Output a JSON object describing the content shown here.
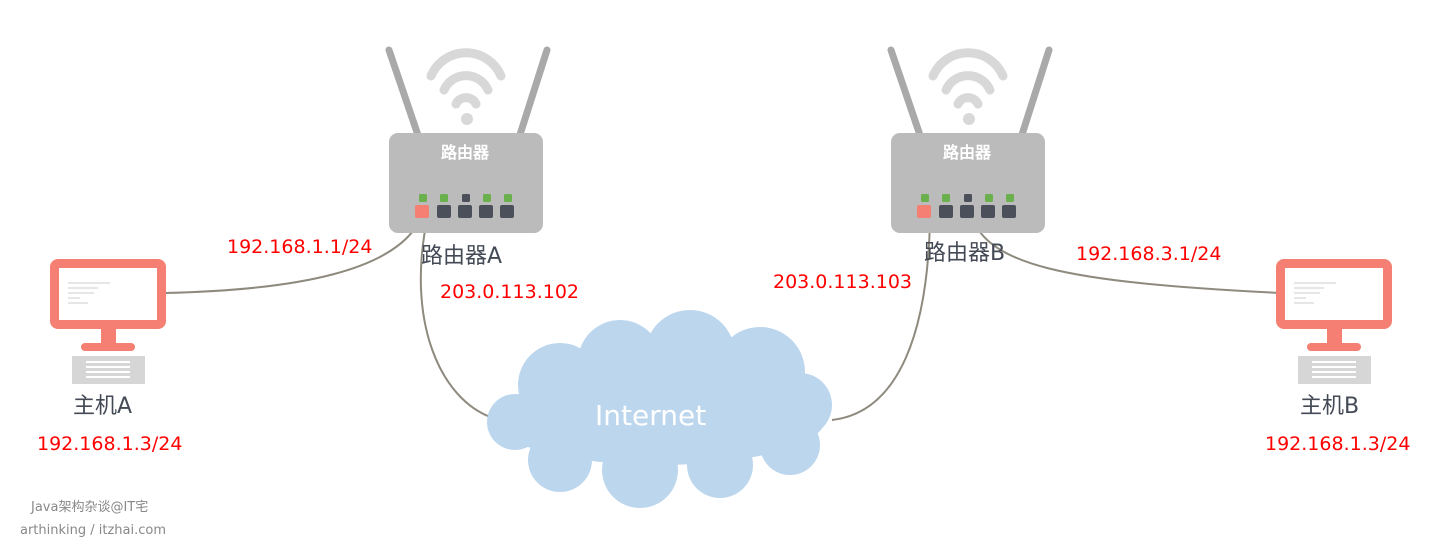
{
  "router_left": {
    "panel_label": "路由器",
    "name": "路由器A",
    "lan_ip": "192.168.1.1/24",
    "wan_ip": "203.0.113.102"
  },
  "router_right": {
    "panel_label": "路由器",
    "name": "路由器B",
    "lan_ip": "192.168.3.1/24",
    "wan_ip": "203.0.113.103"
  },
  "host_left": {
    "name": "主机A",
    "ip": "192.168.1.3/24"
  },
  "host_right": {
    "name": "主机B",
    "ip": "192.168.1.3/24"
  },
  "cloud": {
    "label": "Internet"
  },
  "watermark": {
    "line1": "Java架构杂谈@IT宅",
    "line2": "arthinking / itzhai.com"
  },
  "colors": {
    "router_body": "#bbbbbb",
    "router_antenna": "#a9a9a9",
    "wifi": "#d8d8d8",
    "port": "#4b4f5a",
    "port_active": "#f47f72",
    "led": "#6ab04c",
    "monitor": "#f47f72",
    "keyboard": "#d6d6d6",
    "cloud": "#bcd6ee",
    "cable": "#8e8a7e",
    "ip_text": "#ff0000",
    "name_text": "#444a55"
  },
  "icons": [
    "router-icon",
    "wifi-icon",
    "monitor-icon",
    "keyboard-icon",
    "cloud-icon"
  ]
}
